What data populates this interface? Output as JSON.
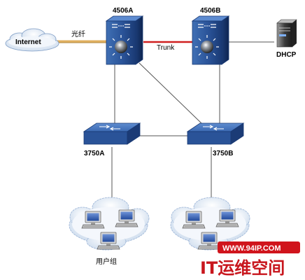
{
  "nodes": {
    "internet": {
      "label": "Internet"
    },
    "core_a": {
      "label": "4506A"
    },
    "core_b": {
      "label": "4506B"
    },
    "dhcp": {
      "label": "DHCP"
    },
    "access_a": {
      "label": "3750A"
    },
    "access_b": {
      "label": "3750B"
    },
    "user_group": {
      "label": "用户组"
    }
  },
  "links": {
    "fiber": {
      "label": "光纤",
      "color": "#e0b060"
    },
    "trunk": {
      "label": "Trunk",
      "color": "#d02020"
    }
  },
  "watermark": {
    "url": "WWW.94IP.COM",
    "title": "IT运维空间",
    "url_bg": "#d0141c",
    "title_color": "#c8161d"
  }
}
